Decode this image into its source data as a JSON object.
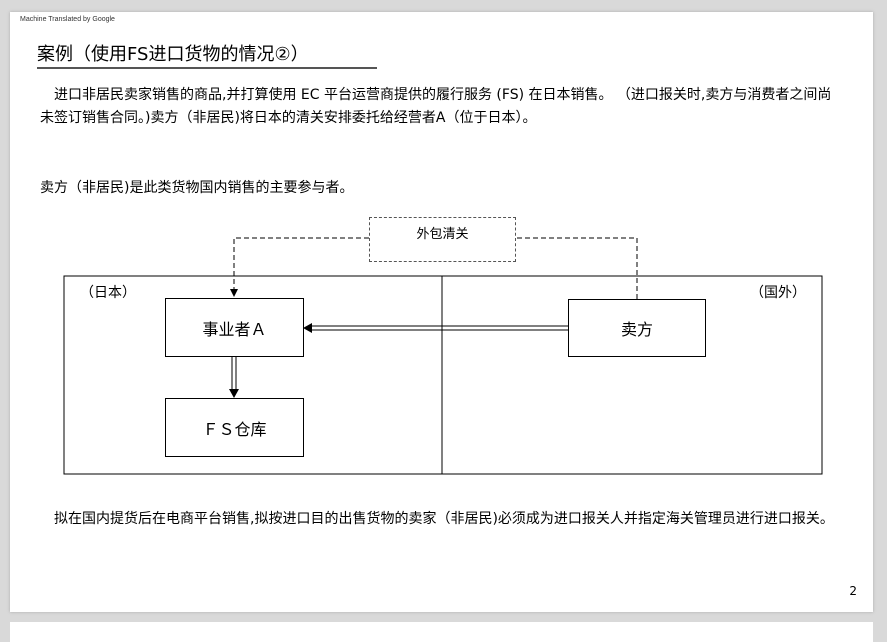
{
  "header": {
    "machine_translated": "Machine Translated by Google"
  },
  "title": "案例（使用FS进口货物的情况②）",
  "paragraph1": "　进口非居民卖家销售的商品,并打算使用 EC 平台运营商提供的履行服务 (FS) 在日本销售。 （进口报关时,卖方与消费者之间尚未签订销售合同。)卖方（非居民)将日本的清关安排委托给经营者A（位于日本）。",
  "paragraph2": "卖方（非居民)是此类货物国内销售的主要参与者。",
  "diagram": {
    "outsource": "外包清关",
    "japan": "（日本）",
    "overseas": "（国外）",
    "operator_a": "事业者Ａ",
    "seller": "卖方",
    "fs_warehouse": "ＦＳ仓库"
  },
  "paragraph3": "　拟在国内提货后在电商平台销售,拟按进口目的出售货物的卖家（非居民)必须成为进口报关人并指定海关管理员进行进口报关。",
  "page_number": "2"
}
